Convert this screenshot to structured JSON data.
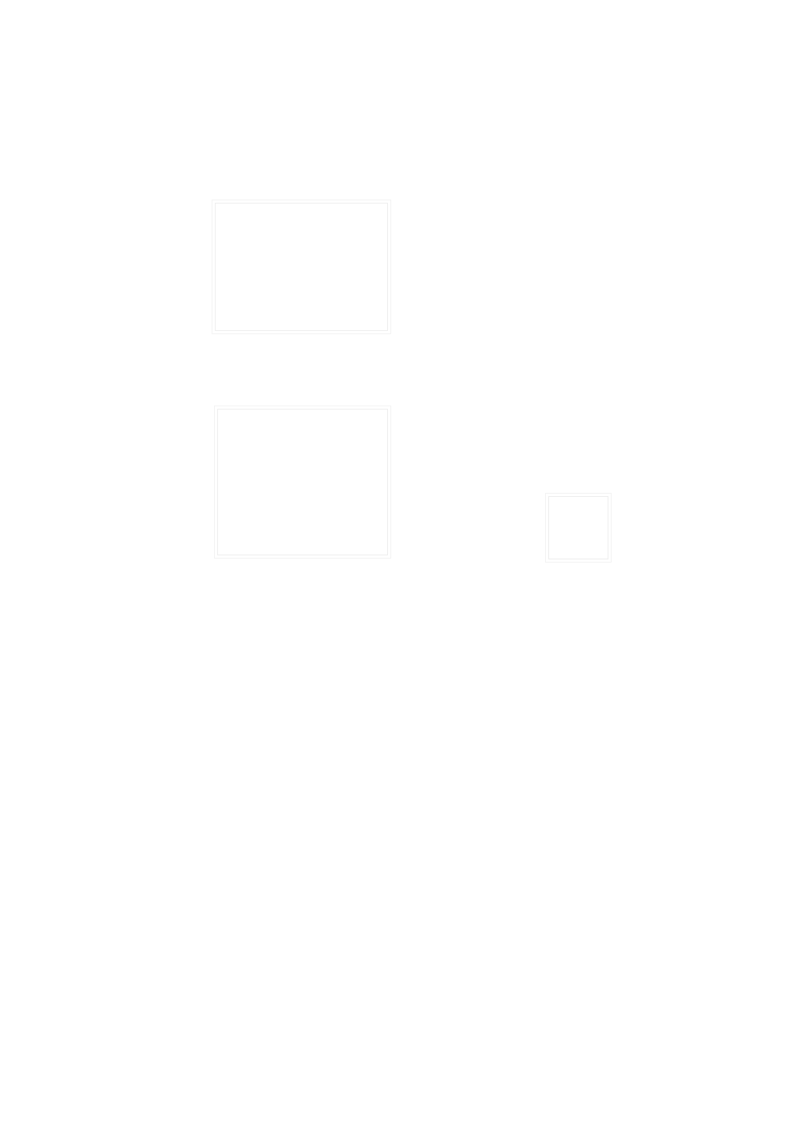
{
  "page": {
    "background": "#ffffff"
  },
  "image_frames": [
    {
      "name": "image-frame-1",
      "border_color": "#eeeeee"
    },
    {
      "name": "image-frame-2",
      "border_color": "#eeeeee"
    },
    {
      "name": "image-frame-3",
      "border_color": "#eeeeee"
    }
  ]
}
